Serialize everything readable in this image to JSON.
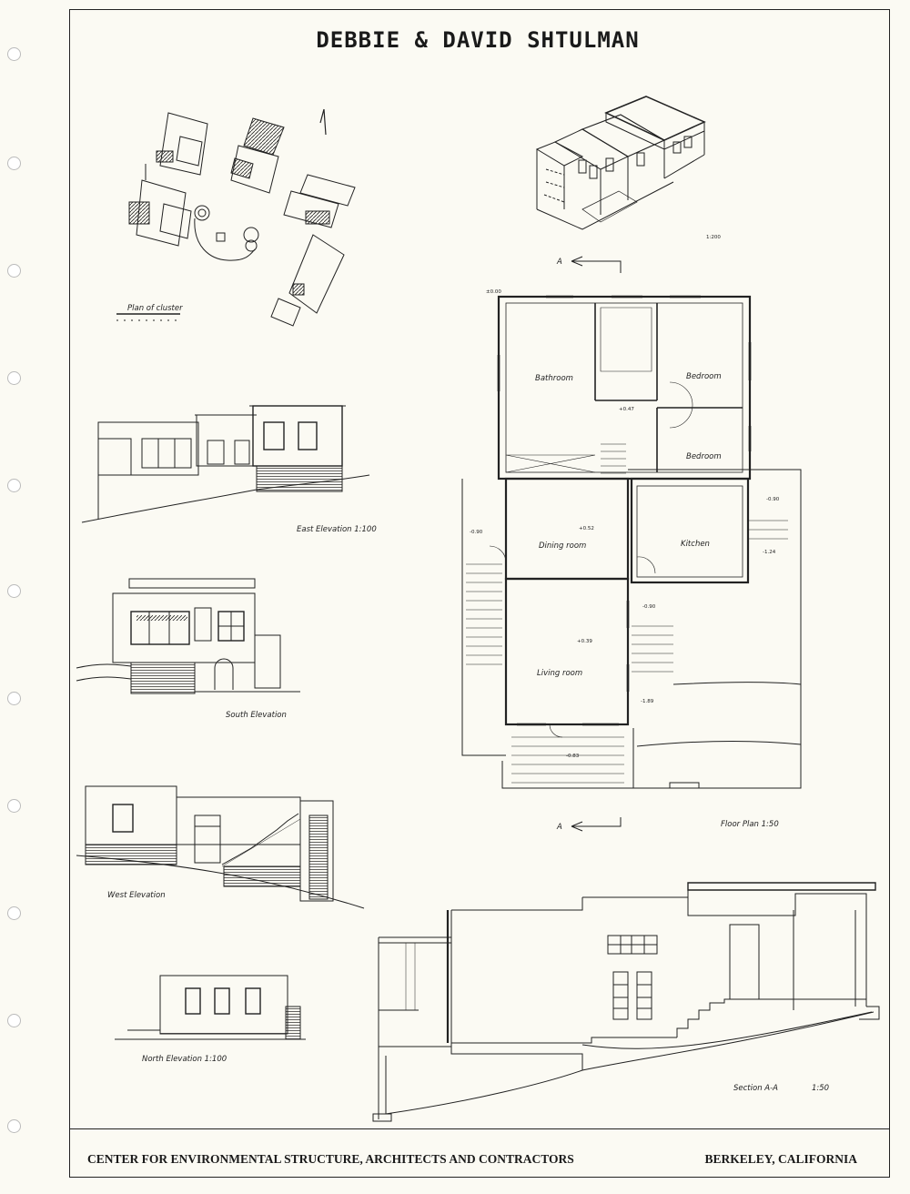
{
  "title": "DEBBIE & DAVID SHTULMAN",
  "footer": {
    "left": "CENTER FOR ENVIRONMENTAL STRUCTURE, ARCHITECTS AND CONTRACTORS",
    "right": "BERKELEY, CALIFORNIA"
  },
  "site_plan": {
    "caption": "Plan of cluster"
  },
  "axonometric": {
    "scale": "1:200"
  },
  "floor_plan": {
    "caption": "Floor Plan 1:50",
    "section_mark": "A",
    "rooms": {
      "bathroom": "Bathroom",
      "bedroom_1": "Bedroom",
      "bedroom_2": "Bedroom",
      "dining": "Dining room",
      "kitchen": "Kitchen",
      "living": "Living room"
    },
    "levels": {
      "top": "±0.00",
      "hall": "+0.47",
      "dining": "+0.52",
      "entry": "-0.90",
      "kitchen_a": "-0.90",
      "kitchen_b": "-1.24",
      "stair": "-0.90",
      "living": "+0.39",
      "terrace": "-0.83",
      "lower": "-1.89"
    }
  },
  "elevations": {
    "east": "East Elevation 1:100",
    "south": "South Elevation",
    "west": "West Elevation",
    "north": "North Elevation 1:100"
  },
  "section": {
    "caption": "Section A-A",
    "scale": "1:50"
  }
}
